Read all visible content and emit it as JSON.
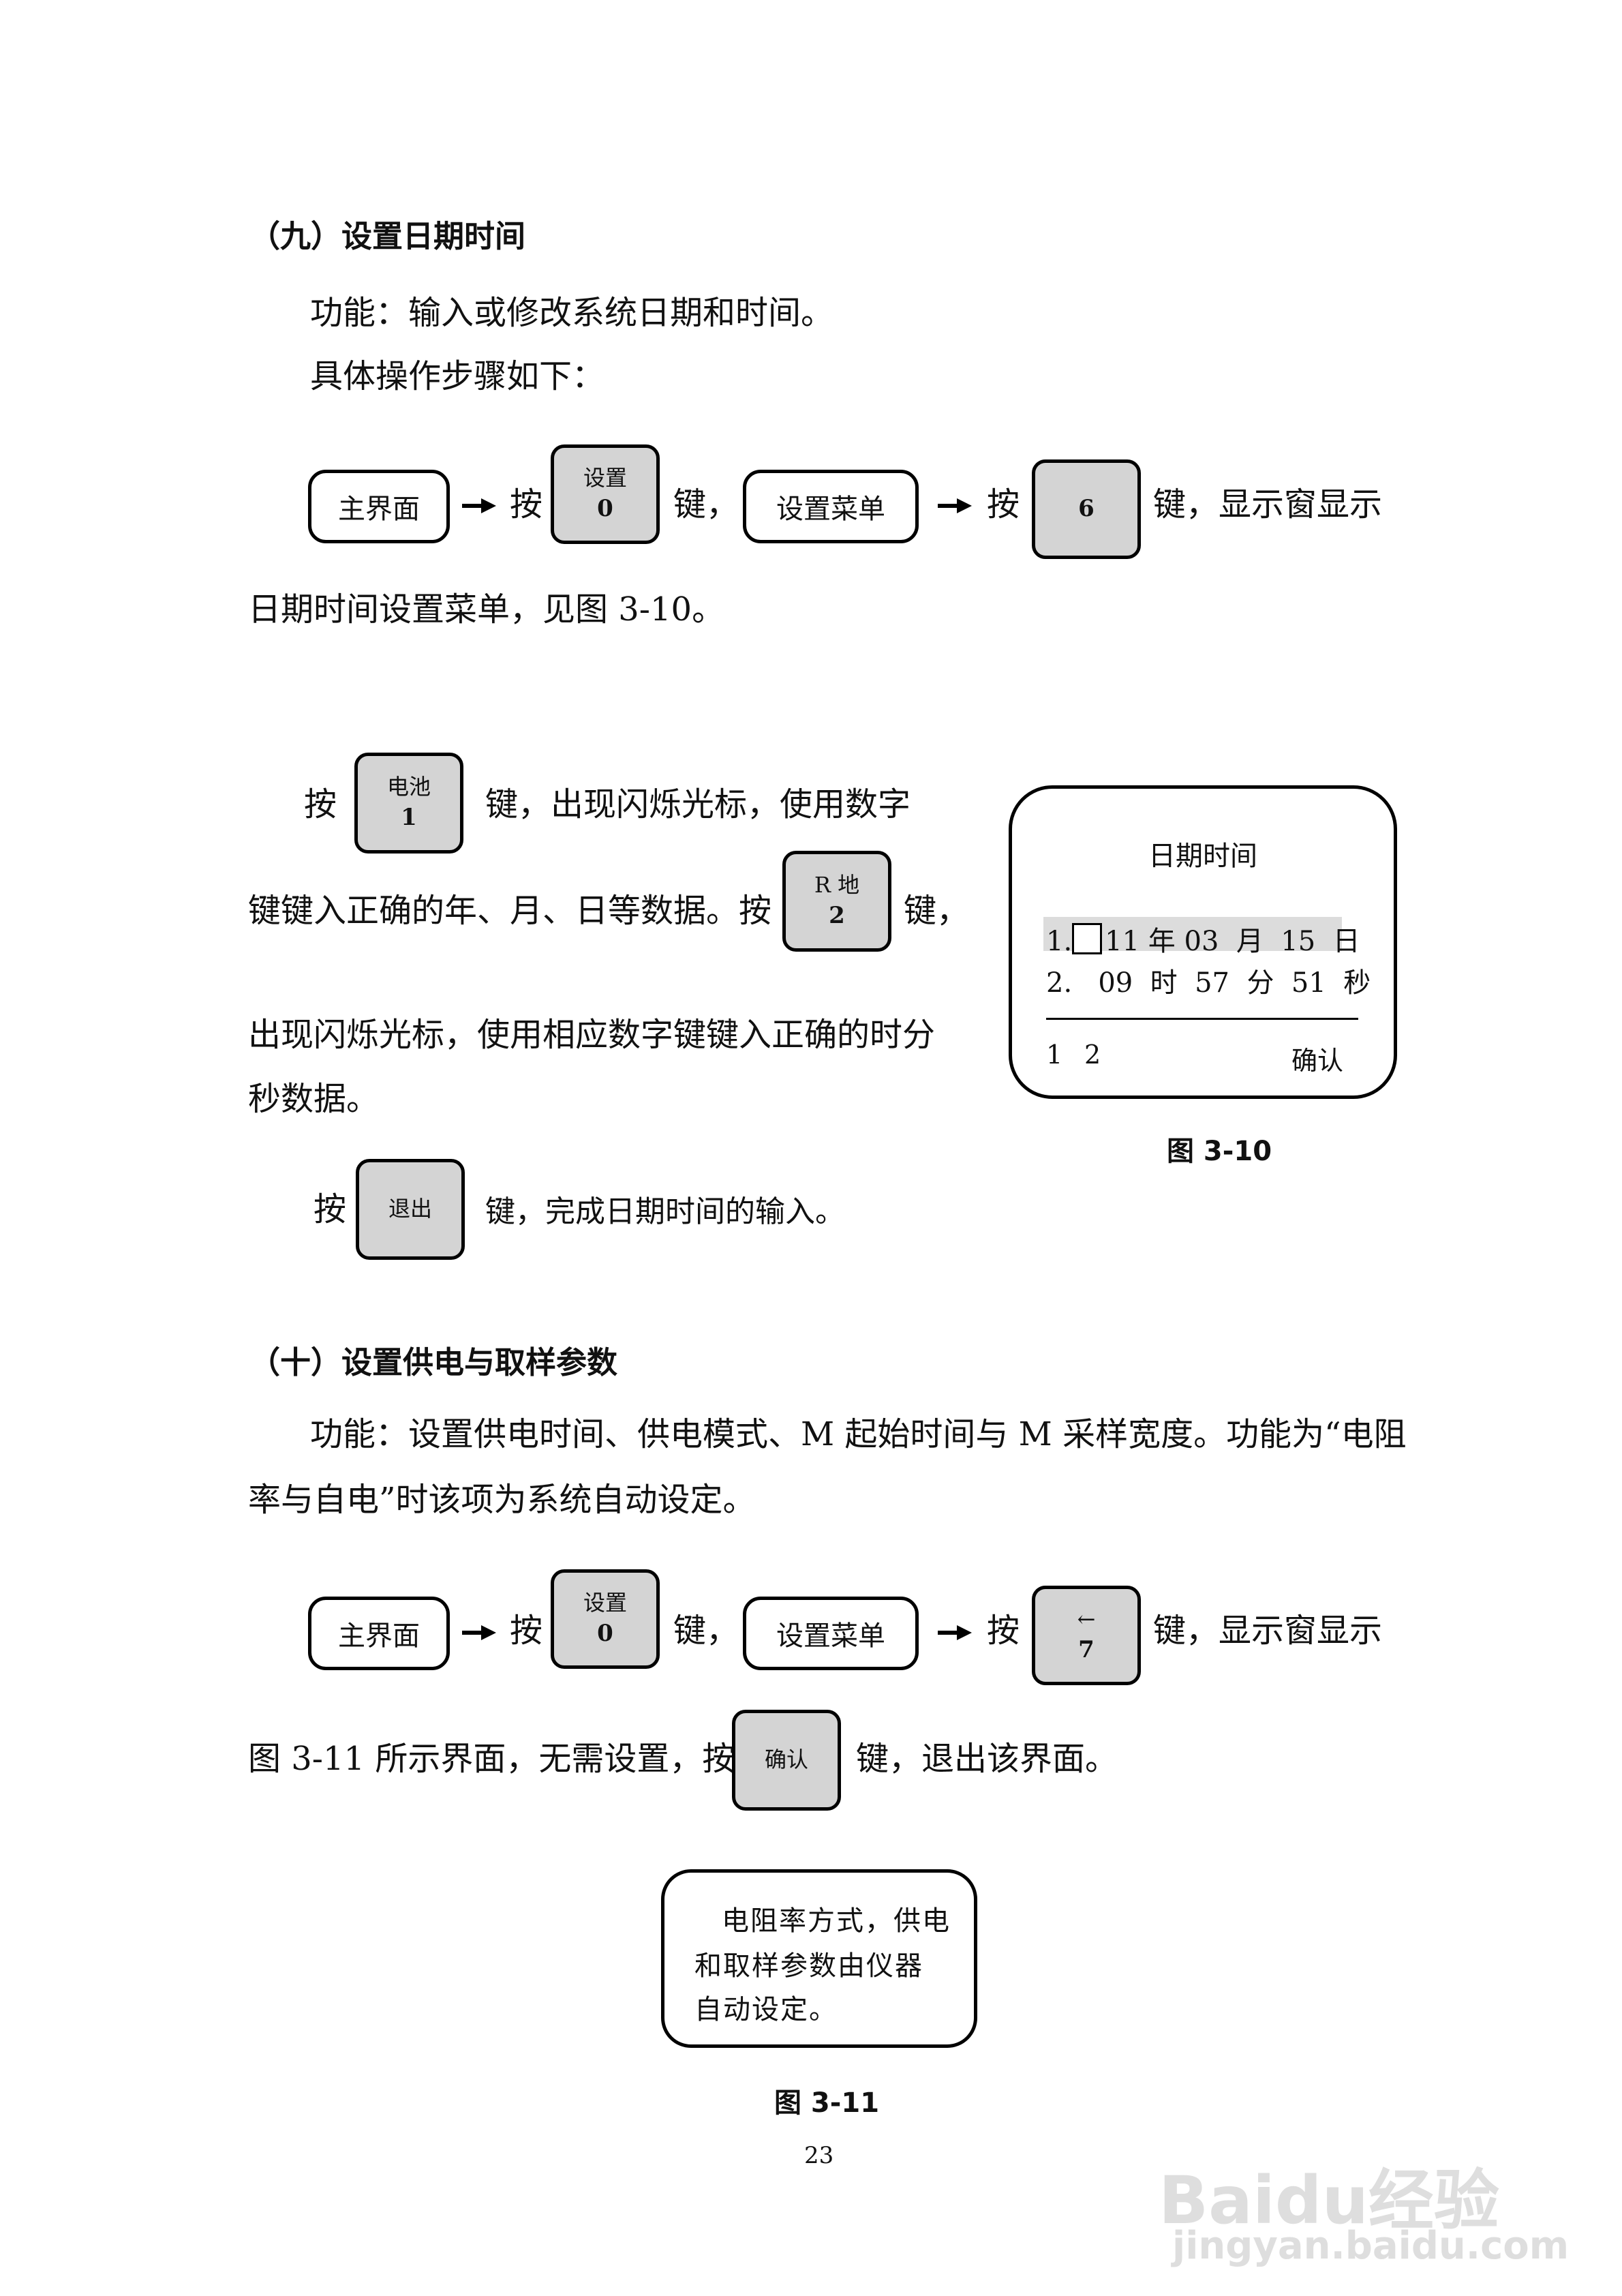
{
  "section9": {
    "heading": "（九）设置日期时间",
    "function_text": "功能：输入或修改系统日期和时间。",
    "steps_intro": "具体操作步骤如下：",
    "flow": {
      "main_screen": "主界面",
      "press": "按",
      "key_settings_line1": "设置",
      "key_settings_line2": "0",
      "key_suffix": "键，",
      "settings_menu": "设置菜单",
      "key_6": "6",
      "key_suffix_display": "键，显示窗显示"
    },
    "flow_tail": "日期时间设置菜单，见图 3-10。",
    "para_press": "按",
    "key_battery_line1": "电池",
    "key_battery_line2": "1",
    "para1_rest": "键，出现闪烁光标，使用数字",
    "para2_start": "键键入正确的年、月、日等数据。按",
    "key_rground_line1": "R 地",
    "key_rground_line2": "2",
    "para2_end": "键，",
    "para3": "出现闪烁光标，使用相应数字键键入正确的时分",
    "para4": "秒数据。",
    "exit_press": "按",
    "key_exit": "退出",
    "exit_rest": "键，完成日期时间的输入。",
    "lcd": {
      "title": "日期时间",
      "row1": {
        "idx": "1.",
        "year": "11",
        "year_unit": "年",
        "month": "03",
        "month_unit": "月",
        "day": "15",
        "day_unit": "日"
      },
      "row2": {
        "idx": "2.",
        "hour": "09",
        "hour_unit": "时",
        "minute": "57",
        "minute_unit": "分",
        "second": "51",
        "second_unit": "秒"
      },
      "footer_left1": "1",
      "footer_left2": "2",
      "footer_right": "确认"
    },
    "caption": "图 3-10"
  },
  "section10": {
    "heading": "（十）设置供电与取样参数",
    "function_line1": "功能：设置供电时间、供电模式、M 起始时间与 M 采样宽度。功能为“电阻",
    "function_line2": "率与自电”时该项为系统自动设定。",
    "flow": {
      "main_screen": "主界面",
      "press": "按",
      "key_settings_line1": "设置",
      "key_settings_line2": "0",
      "key_suffix": "键，",
      "settings_menu": "设置菜单",
      "key_7_line1": "←",
      "key_7_line2": "7",
      "key_suffix_display": "键，显示窗显示"
    },
    "tail_start": "图 3-11 所示界面，无需设置，按",
    "key_confirm": "确认",
    "tail_end": "键，退出该界面。",
    "lcd_lines": [
      "电阻率方式，供电",
      "和取样参数由仪器",
      "自动设定。"
    ],
    "caption": "图 3-11"
  },
  "page_number": "23",
  "watermark": {
    "brand": "Baidu经验",
    "url": "jingyan.baidu.com"
  }
}
